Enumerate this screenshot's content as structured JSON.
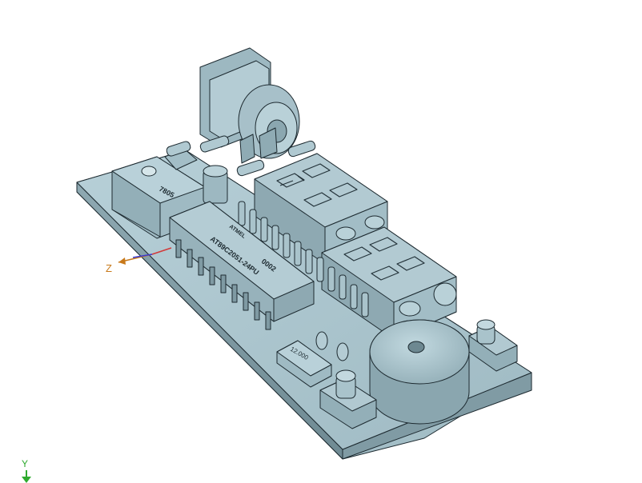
{
  "viewport": {
    "background": "#ffffff",
    "model_color": "#a9c3cb",
    "edge_color": "#1d2a30"
  },
  "model": {
    "regulator_marking": "7805",
    "mcu_marking": "AT89C2051-24PU",
    "mcu_logo": "ATMEL",
    "mcu_date_code": "0002",
    "crystal_marking": "12.000"
  },
  "triad": {
    "z_label": "Z",
    "z_color": "#c8791a",
    "x_color": "#d23a3a",
    "y_color": "#3a3ad2"
  },
  "mini_triad": {
    "y_label": "Y",
    "color": "#2faa2f"
  }
}
